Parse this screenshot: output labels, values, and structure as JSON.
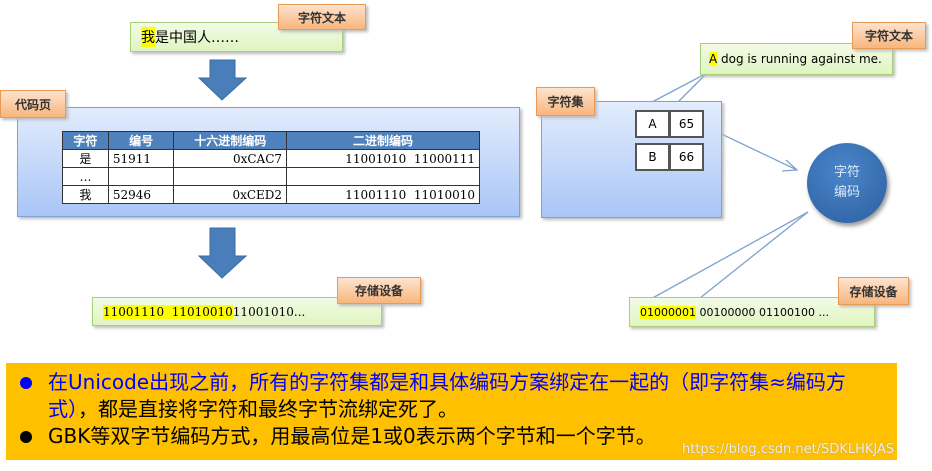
{
  "left": {
    "text_label": "字符文本",
    "text_highlight": "我",
    "text_rest": "是中国人……",
    "codepage_label": "代码页",
    "table": {
      "headers": [
        "字符",
        "编号",
        "十六进制编码",
        "二进制编码"
      ],
      "rows": [
        [
          "是",
          "51911",
          "0xCAC7",
          "11001010  11000111"
        ],
        [
          "…",
          "",
          "",
          ""
        ],
        [
          "我",
          "52946",
          "0xCED2",
          "11001110  11010010"
        ]
      ]
    },
    "storage_label": "存储设备",
    "storage_highlight": "11001110  11010010",
    "storage_rest": "11001010..."
  },
  "right": {
    "text_label": "字符文本",
    "text_highlight": "A",
    "text_rest": " dog is running against me.",
    "charset_label": "字符集",
    "cells": [
      [
        "A",
        "65"
      ],
      [
        "B",
        "66"
      ]
    ],
    "circle_line1": "字符",
    "circle_line2": "编码",
    "storage_label": "存储设备",
    "storage_highlight": "01000001",
    "storage_rest": " 00100000 01100100 ..."
  },
  "notes": {
    "b1_blue": "在Unicode出现之前，所有的字符集都是和具体编码方案绑定在一起的（即字符集≈编码方式）",
    "b1_black": "，都是直接将字符和最终字节流绑定死了。",
    "b2": "GBK等双字节编码方式，用最高位是1或0表示两个字节和一个字节。"
  },
  "watermark": "https://blog.csdn.net/SDKLHKJAS",
  "colors": {
    "arrow": "#4a7ebb",
    "blue_text": "#0000ff",
    "note_bg": "#ffc000"
  }
}
